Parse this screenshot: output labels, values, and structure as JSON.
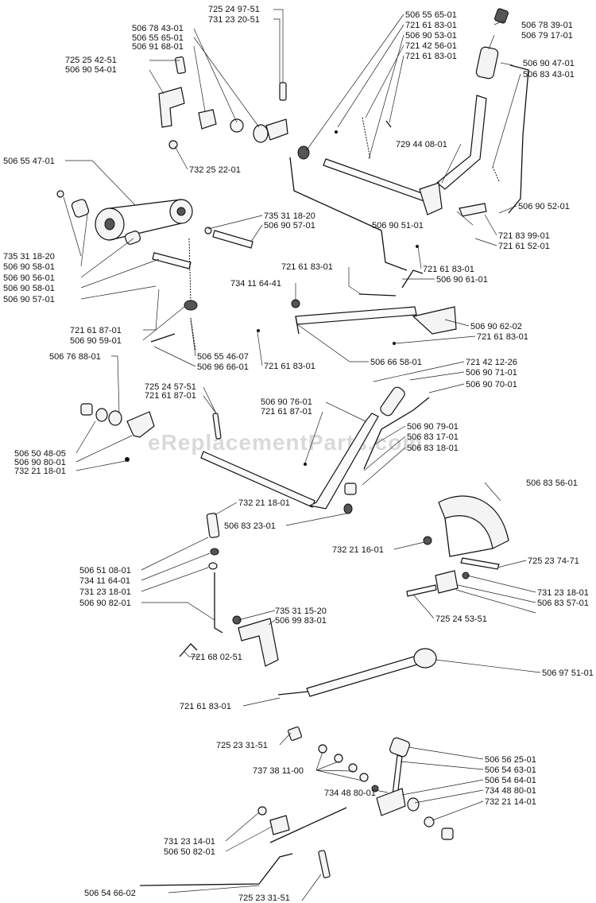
{
  "watermark": "eReplacementParts.com",
  "labels": [
    "725 24 97-51",
    "731 23 20-51",
    "506 78 43-01",
    "506 55 65-01",
    "506 91 68-01",
    "725 25 42-51",
    "506 90 54-01",
    "506 55 65-01",
    "721 61 83-01",
    "506 90 53-01",
    "721 42 56-01",
    "721 61 83-01",
    "506 78 39-01",
    "506 79 17-01",
    "506 90 47-01",
    "506 83 43-01",
    "729 44 08-01",
    "732 25 22-01",
    "506 55 47-01",
    "735 31 18-20",
    "506 90 57-01",
    "506 90 52-01",
    "506 90 51-01",
    "721 83 99-01",
    "721 61 52-01",
    "735 31 18-20",
    "506 90 58-01",
    "506 90 56-01",
    "506 90 58-01",
    "506 90 57-01",
    "721 61 83-01",
    "721 61 83-01",
    "506 90 61-01",
    "734 11 64-41",
    "721 61 87-01",
    "506 90 59-01",
    "506 90 62-02",
    "721 61 83-01",
    "506 55 46-07",
    "506 96 66-01",
    "721 61 83-01",
    "506 66 58-01",
    "506 76 88-01",
    "721 42 12-26",
    "506 90 71-01",
    "725 24 57-51",
    "506 90 70-01",
    "721 61 87-01",
    "506 90 76-01",
    "721 61 87-01",
    "506 90 79-01",
    "506 83 17-01",
    "506 50 48-05",
    "506 83 18-01",
    "506 90 80-01",
    "732 21 18-01",
    "506 83 56-01",
    "732 21 18-01",
    "506 83 23-01",
    "732 21 16-01",
    "506 51 08-01",
    "725 23 74-71",
    "734 11 64-01",
    "731 23 18-01",
    "731 23 18-01",
    "506 83 57-01",
    "506 90 82-01",
    "725 24 53-51",
    "735 31 15-20",
    "506 99 83-01",
    "721 68 02-51",
    "506 97 51-01",
    "721 61 83-01",
    "725 23 31-51",
    "506 56 25-01",
    "737 38 11-00",
    "506 54 63-01",
    "506 54 64-01",
    "734 48 80-01",
    "734 48 80-01",
    "731 23 14-01",
    "732 21 14-01",
    "506 50 82-01",
    "506 54 66-02",
    "725 23 31-51"
  ]
}
